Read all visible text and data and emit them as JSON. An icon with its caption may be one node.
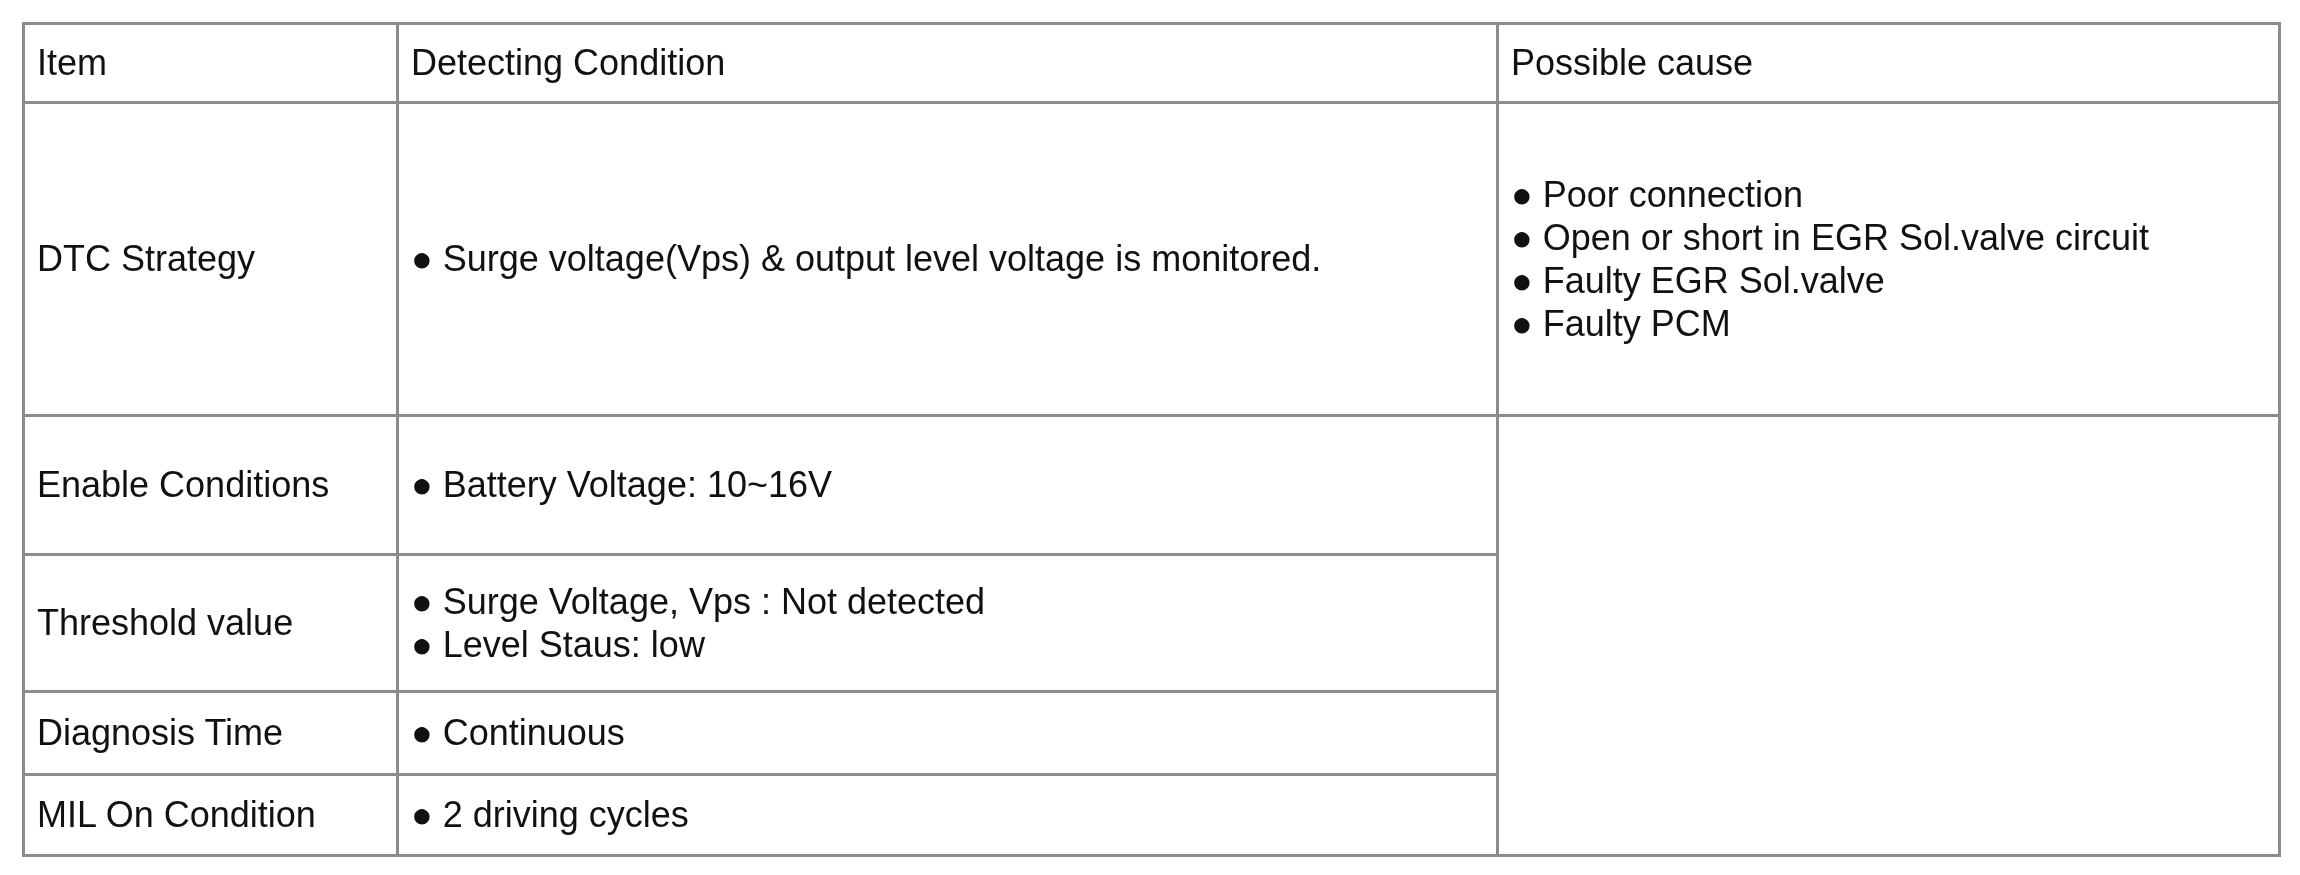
{
  "diagram": {
    "labels": [
      "Item",
      "Detecting Condition",
      "Possible cause",
      "DTC Strategy",
      "● Surge voltage(Vps) & output level voltage is monitored.",
      "● Poor connection",
      "● Open or short in EGR Sol.valve circuit",
      "● Faulty EGR Sol.valve",
      "● Faulty PCM",
      "Enable Conditions",
      "● Battery Voltage: 10~16V",
      "Threshold value",
      "● Surge Voltage, Vps : Not detected",
      "● Level Staus: low",
      "Diagnosis Time",
      "● Continuous",
      "MIL On Condition",
      "● 2 driving cycles"
    ]
  }
}
